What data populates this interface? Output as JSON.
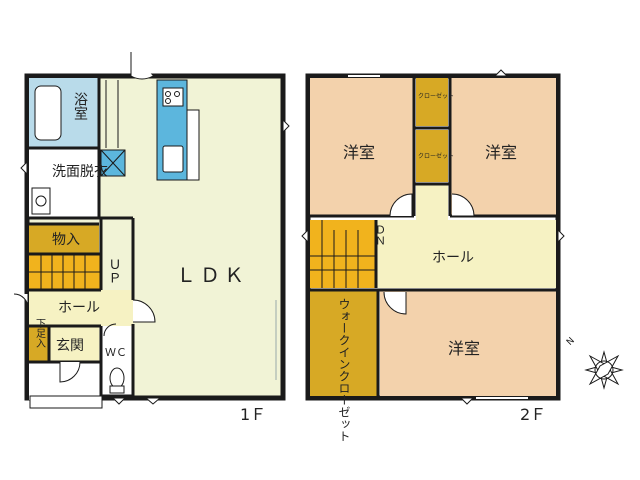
{
  "floor1": {
    "rooms": {
      "bath": "浴室",
      "washroom": "洗面脱衣",
      "storage": "物入",
      "hall": "ホール",
      "shoe_box": "下足入",
      "entrance": "玄関",
      "wc": "ＷＣ",
      "ldk": "ＬＤＫ"
    },
    "stairs_up": "ＵＰ",
    "floor_label": "1Ｆ"
  },
  "floor2": {
    "rooms": {
      "western_nw": "洋室",
      "western_ne": "洋室",
      "western_s": "洋室",
      "hall": "ホール",
      "walk_in_closet": "ウォークインクローゼット",
      "closet_upper": "クローゼット",
      "closet_lower": "クローゼット"
    },
    "stairs_down": "ＤＮ",
    "floor_label": "2Ｆ"
  },
  "compass": {
    "north": "N"
  },
  "colors": {
    "wall": "#1a1a1a",
    "ldk_floor": "#f1f3d6",
    "hall_floor": "#f6f2c3",
    "western_room": "#f3d2ac",
    "closet": "#d7a925",
    "bath": "#b9dbea",
    "stairs": "#f1b31d",
    "kitchen": "#5cb6dd"
  }
}
